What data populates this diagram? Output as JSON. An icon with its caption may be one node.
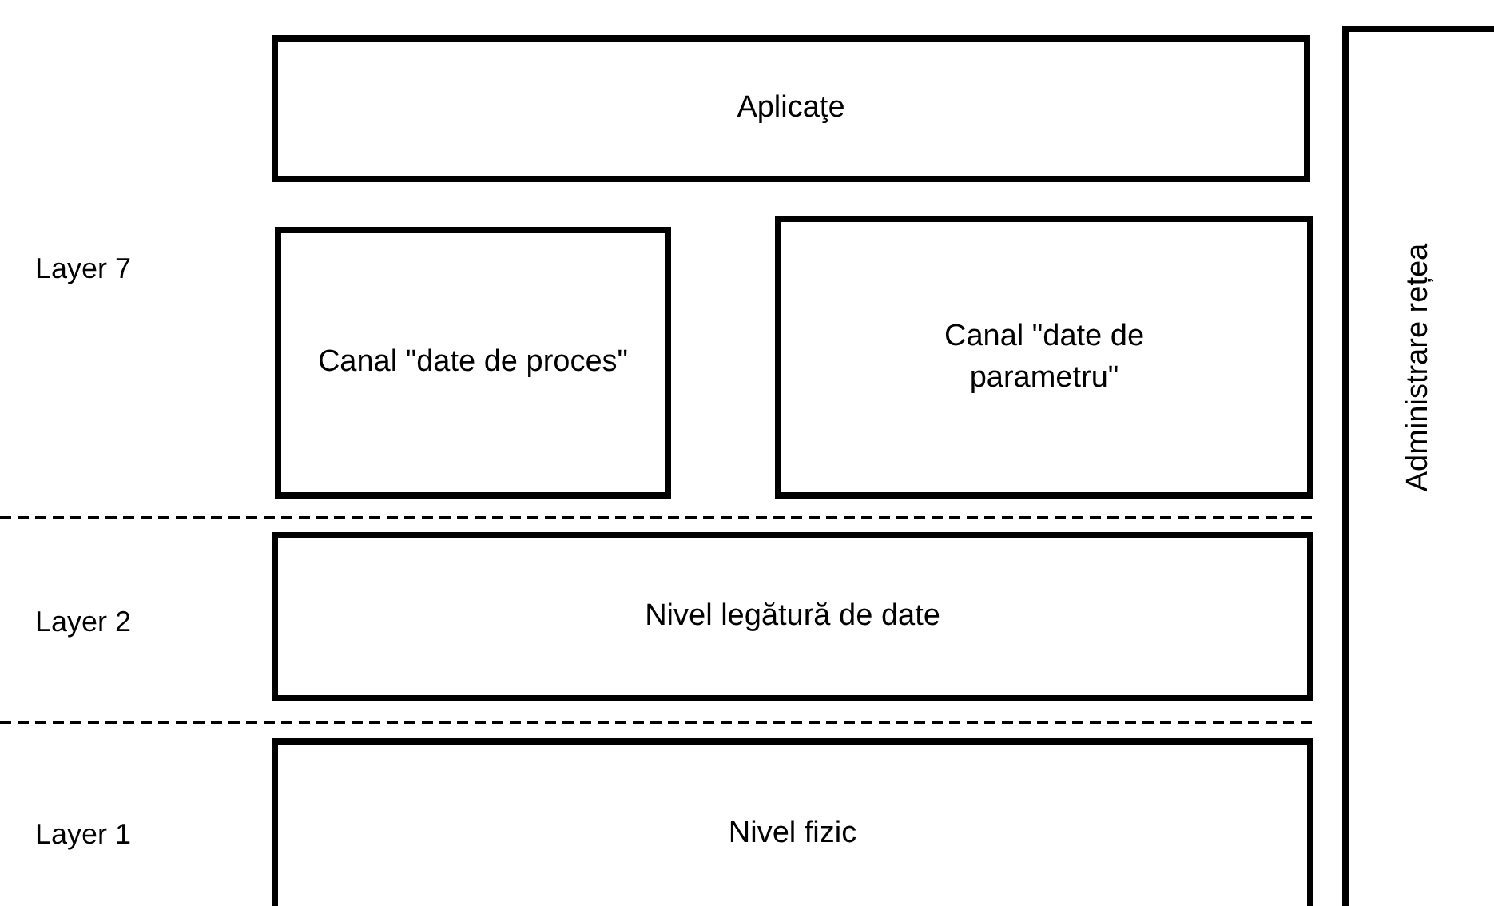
{
  "diagram": {
    "nodes": [
      {
        "text": [
          "Aplicaţe"
        ]
      },
      {
        "text": [
          "Canal \"date de proces\""
        ]
      },
      {
        "text": [
          "Canal \"date de parametru\""
        ]
      },
      {
        "text": [
          "Nivel legătură de date"
        ]
      },
      {
        "text": [
          "Nivel fizic"
        ]
      },
      {
        "text": [
          "Administrare rețea"
        ]
      }
    ],
    "edges": [],
    "labels": [
      "Layer 7",
      "Layer 2",
      "Layer 1"
    ]
  }
}
